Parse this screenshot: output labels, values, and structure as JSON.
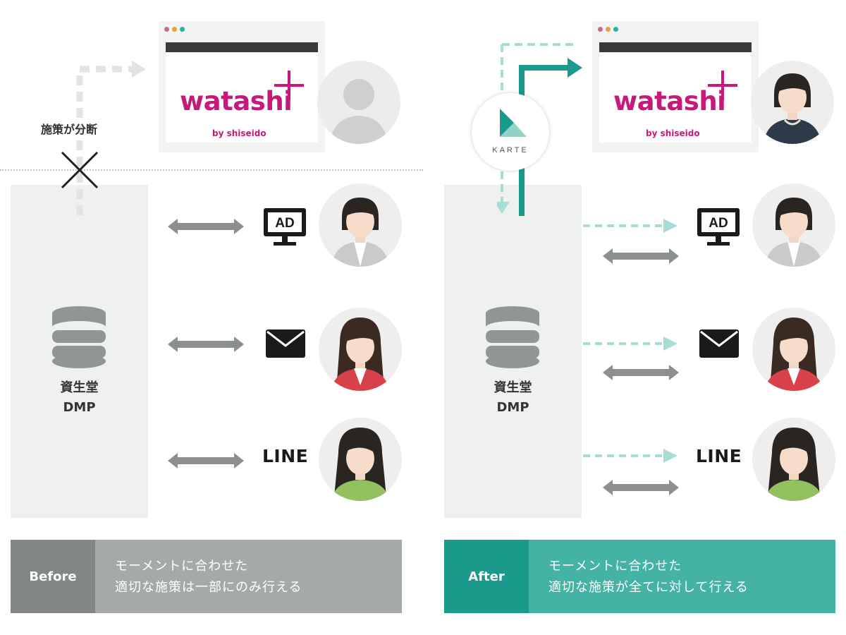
{
  "colors": {
    "brand_magenta": "#c6197a",
    "teal": "#1a9a8b",
    "teal_light": "#45b3a3",
    "gray_dark": "#808785",
    "gray_light": "#a4aaa8",
    "arrow_gray": "#8b908e"
  },
  "brand": {
    "logo_word": "watashi",
    "logo_sub": "by shiseido"
  },
  "before": {
    "cut_label": "施策が分断",
    "dmp_line1": "資生堂",
    "dmp_line2": "DMP",
    "channels": {
      "ad_label": "AD",
      "mail_icon": "envelope-icon",
      "line_label": "LINE"
    },
    "footer": {
      "tag": "Before",
      "line1": "モーメントに合わせた",
      "line2": "適切な施策は一部にのみ行える"
    }
  },
  "after": {
    "karte_label": "KARTE",
    "dmp_line1": "資生堂",
    "dmp_line2": "DMP",
    "channels": {
      "ad_label": "AD",
      "mail_icon": "envelope-icon",
      "line_label": "LINE"
    },
    "footer": {
      "tag": "After",
      "line1": "モーメントに合わせた",
      "line2": "適切な施策が全てに対して行える"
    }
  }
}
